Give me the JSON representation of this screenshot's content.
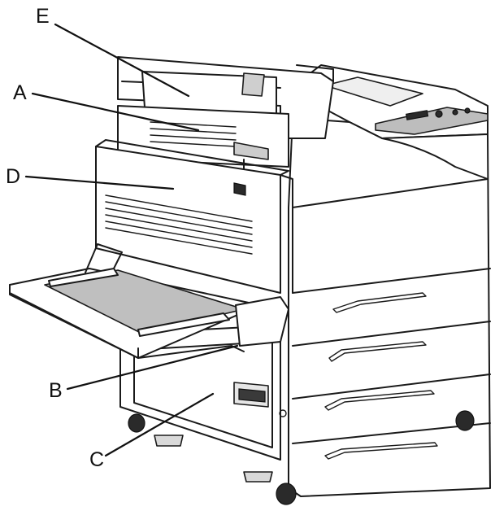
{
  "figure": {
    "colors": {
      "line": "#1a1a1a",
      "shade": "#d9d9d9",
      "background": "#ffffff"
    },
    "callouts": {
      "e": "E",
      "a": "A",
      "d": "D",
      "b": "B",
      "c": "C"
    }
  }
}
